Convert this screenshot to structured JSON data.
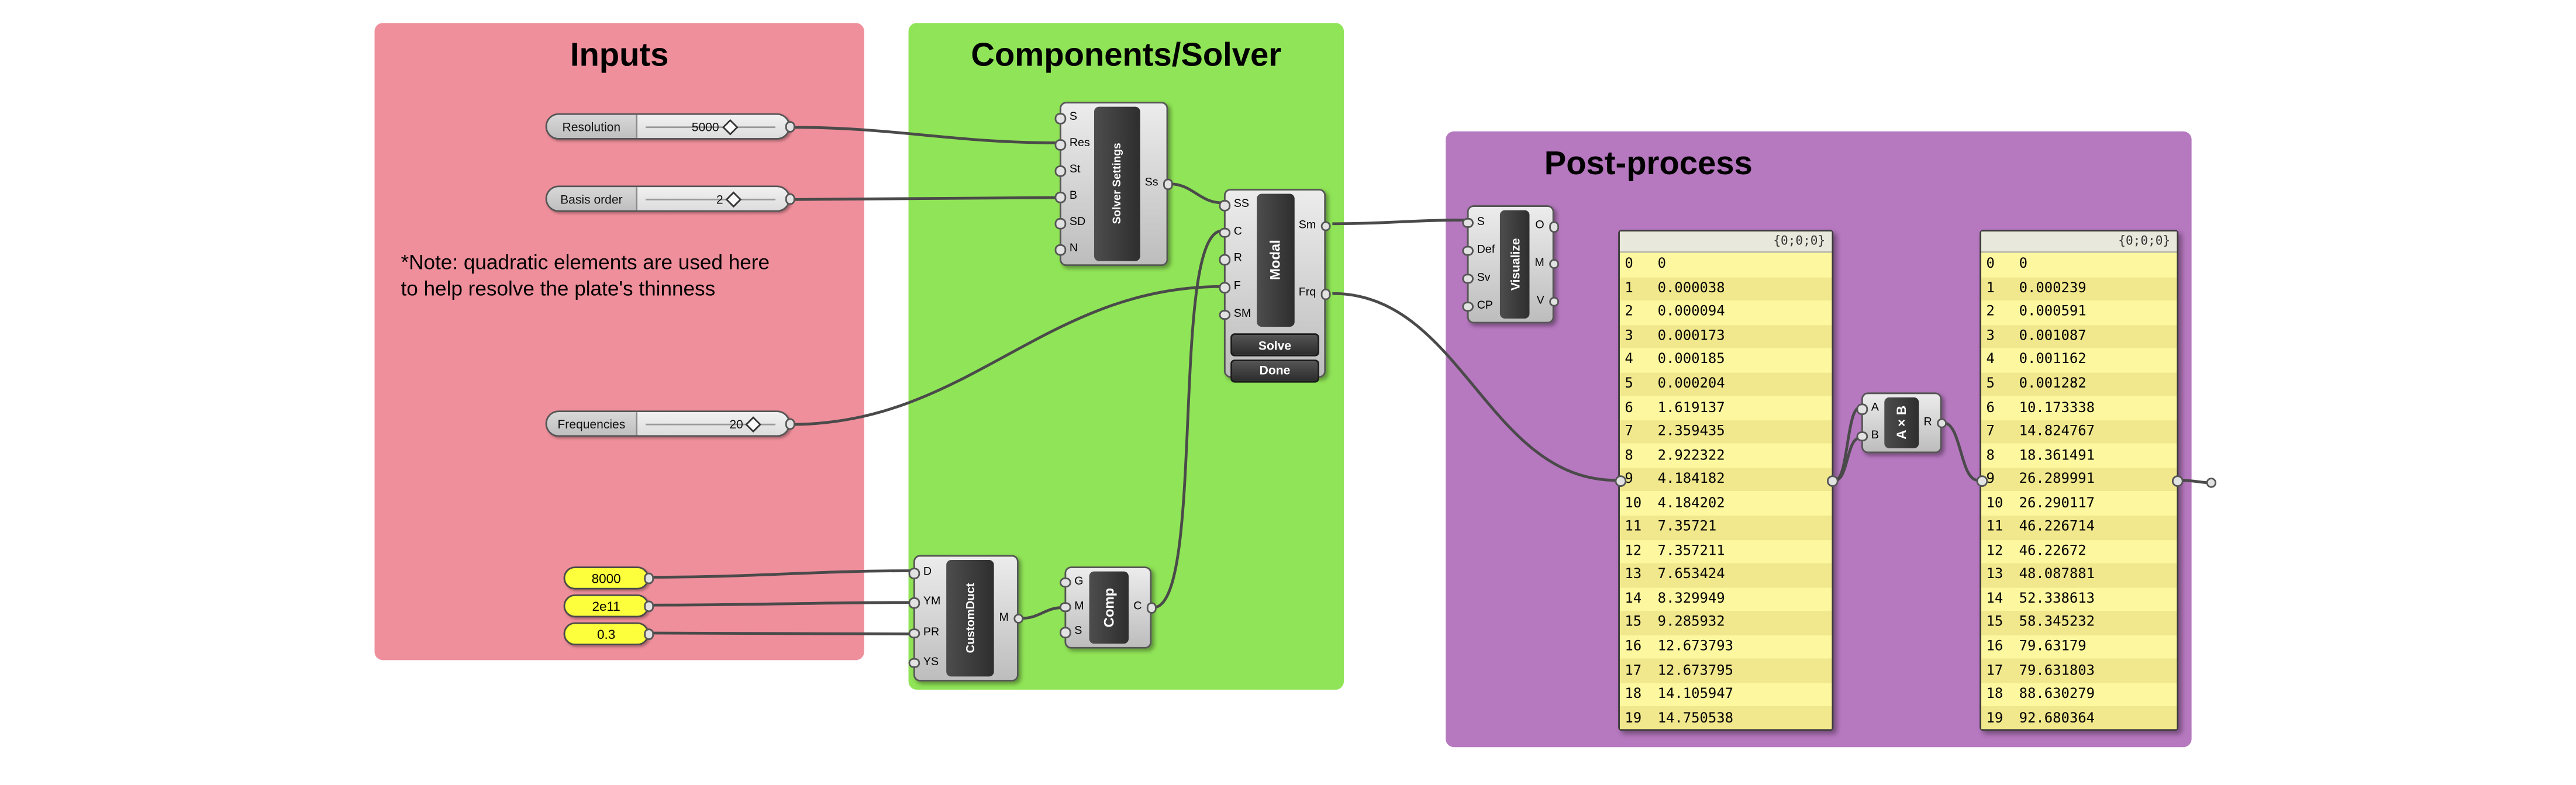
{
  "groups": {
    "inputs": {
      "title": "Inputs"
    },
    "solver": {
      "title": "Components/Solver"
    },
    "post": {
      "title": "Post-process"
    }
  },
  "note": {
    "line1": "*Note: quadratic elements are used here",
    "line2": "to help resolve the plate's thinness"
  },
  "sliders": [
    {
      "name": "Resolution",
      "value": "5000"
    },
    {
      "name": "Basis order",
      "value": "2"
    },
    {
      "name": "Frequencies",
      "value": "20"
    }
  ],
  "value_panels": [
    {
      "value": "8000"
    },
    {
      "value": "2e11"
    },
    {
      "value": "0.3"
    }
  ],
  "components": {
    "solver_settings": {
      "label": "Solver Settings",
      "inputs": [
        "S",
        "Res",
        "St",
        "B",
        "SD",
        "N"
      ],
      "outputs": [
        "Ss"
      ]
    },
    "modal": {
      "label": "Modal",
      "inputs": [
        "SS",
        "C",
        "R",
        "F",
        "SM"
      ],
      "outputs": [
        "Sm",
        "Frq"
      ],
      "buttons": [
        "Solve",
        "Done"
      ]
    },
    "customduct": {
      "label": "CustomDuct",
      "inputs": [
        "D",
        "YM",
        "PR",
        "YS"
      ],
      "outputs": [
        "M"
      ]
    },
    "comp": {
      "label": "Comp",
      "inputs": [
        "G",
        "M",
        "S"
      ],
      "outputs": [
        "C"
      ]
    },
    "visualize": {
      "label": "Visualize",
      "inputs": [
        "S",
        "Def",
        "Sv",
        "CP"
      ],
      "outputs": [
        "O",
        "M",
        "V"
      ]
    },
    "multiply": {
      "label": "A×B",
      "inputs": [
        "A",
        "B"
      ],
      "outputs": [
        "R"
      ]
    }
  },
  "data_panels": [
    {
      "header": "{0;0;0}",
      "rows": [
        "0",
        "0.000038",
        "0.000094",
        "0.000173",
        "0.000185",
        "0.000204",
        "1.619137",
        "2.359435",
        "2.922322",
        "4.184182",
        "4.184202",
        "7.35721",
        "7.357211",
        "7.653424",
        "8.329949",
        "9.285932",
        "12.673793",
        "12.673795",
        "14.105947",
        "14.750538"
      ]
    },
    {
      "header": "{0;0;0}",
      "rows": [
        "0",
        "0.000239",
        "0.000591",
        "0.001087",
        "0.001162",
        "0.001282",
        "10.173338",
        "14.824767",
        "18.361491",
        "26.289991",
        "26.290117",
        "46.226714",
        "46.22672",
        "48.087881",
        "52.338613",
        "58.345232",
        "79.63179",
        "79.631803",
        "88.630279",
        "92.680364"
      ]
    }
  ],
  "colors": {
    "group_inputs": "#ef8f9b",
    "group_solver": "#90e457",
    "group_post": "#b678bf",
    "value_panel_yellow": "#fdff3c",
    "data_panel_yellow": "#fdf7a0",
    "wire": "#4a4a4a"
  }
}
